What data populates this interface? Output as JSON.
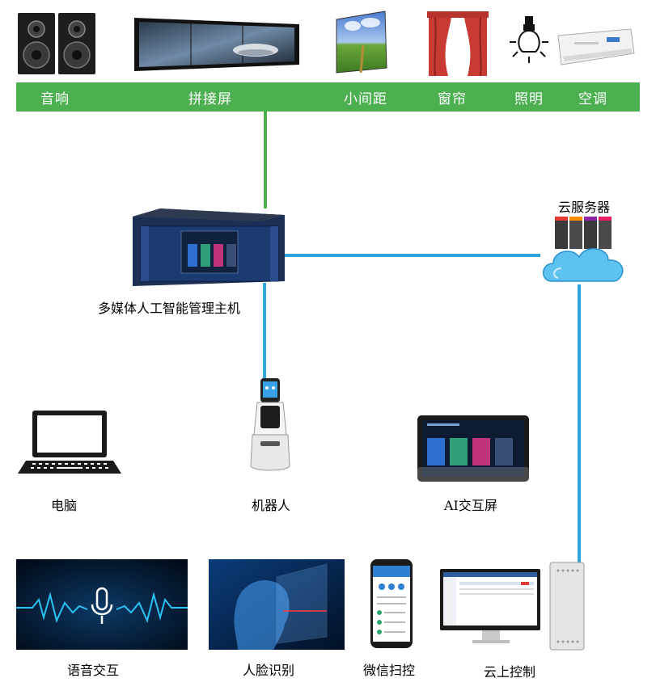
{
  "devices_bar": {
    "items": [
      {
        "label": "音响",
        "icon": "speaker-icon"
      },
      {
        "label": "拼接屏",
        "icon": "video-wall-icon"
      },
      {
        "label": "小间距",
        "icon": "led-panel-icon"
      },
      {
        "label": "窗帘",
        "icon": "curtain-icon"
      },
      {
        "label": "照明",
        "icon": "light-bulb-icon"
      },
      {
        "label": "空调",
        "icon": "air-conditioner-icon"
      }
    ],
    "color": "#4CAF50"
  },
  "host": {
    "label": "多媒体人工智能管理主机",
    "icon": "rack-server-icon"
  },
  "cloud": {
    "label": "云服务器",
    "icon": "cloud-server-icon"
  },
  "clients": [
    {
      "label": "电脑",
      "icon": "laptop-icon"
    },
    {
      "label": "机器人",
      "icon": "robot-icon"
    },
    {
      "label": "AI交互屏",
      "icon": "touch-panel-icon"
    }
  ],
  "bottom": [
    {
      "label": "语音交互",
      "icon": "voice-wave-icon"
    },
    {
      "label": "人脸识别",
      "icon": "face-scan-icon"
    },
    {
      "label": "微信扫控",
      "icon": "smartphone-icon"
    },
    {
      "label": "云上控制",
      "icon": "desktop-computer-icon"
    }
  ],
  "link_color": "#2EA3DC"
}
